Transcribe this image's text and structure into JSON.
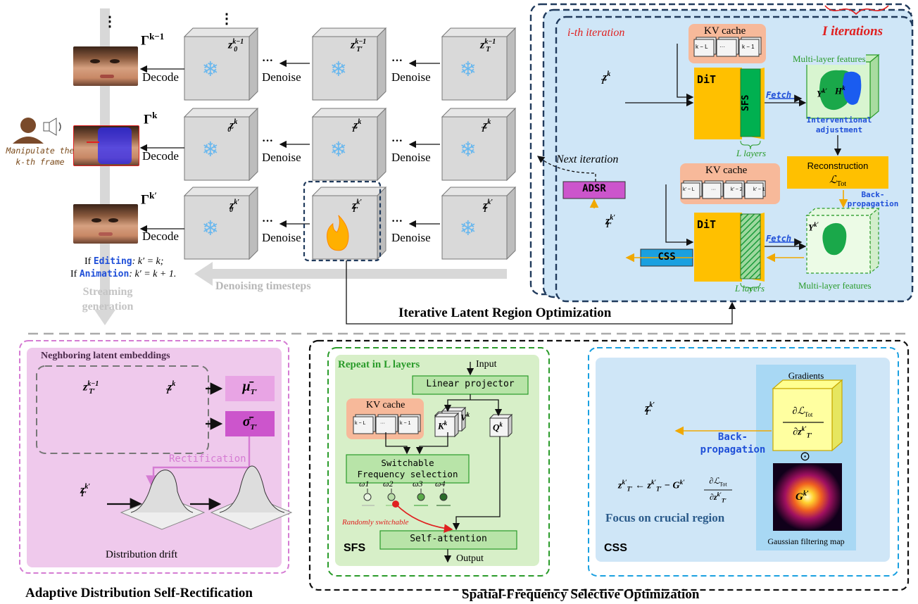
{
  "top": {
    "frames": [
      {
        "gamma": "Γ",
        "gamma_sup": "k−1",
        "decode": "Decode"
      },
      {
        "gamma": "Γ",
        "gamma_sup": "k",
        "decode": "Decode"
      },
      {
        "gamma": "Γ",
        "gamma_sup": "k′",
        "decode": "Decode"
      }
    ],
    "denoise": "Denoise",
    "dots": "···",
    "vdots": "⋮",
    "z0_rows": [
      "k−1",
      "k",
      "k′"
    ],
    "manipulate": "Manipulate the k-th frame",
    "if_editing_prefix": "If ",
    "editing": "Editing",
    "editing_eq": ":  k′ = k;",
    "if_animation_prefix": "If ",
    "animation": "Animation",
    "animation_eq": ": k′ = k + 1.",
    "streaming": "Streaming generation",
    "denoising_timesteps": "Denoising timesteps"
  },
  "ilro": {
    "title": "Iterative Latent Region Optimization",
    "i_th": "i-th iteration",
    "I_iter": "I iterations",
    "kv_cache": "KV cache",
    "kv_cells_top": [
      "k − L",
      "···",
      "k − 1"
    ],
    "kv_cells_bottom": [
      "k′ − L",
      "···",
      "k′ − 2",
      "k′ − 1"
    ],
    "dit": "DiT",
    "sfs": "SFS",
    "fetch": "Fetch",
    "l_layers": "L layers",
    "multi_layer": "Multi-layer features",
    "interventional": "Interventional adjustment",
    "reconstruction": "Reconstruction",
    "loss": "ℒ",
    "loss_sub": "Tot",
    "backprop": "Back-propagation",
    "next_iteration": "Next iteration",
    "adsr": "ADSR",
    "css": "CSS"
  },
  "adsr_panel": {
    "title": "Adaptive Distribution Self-Rectification",
    "neighbors": "Neghboring latent embeddings",
    "mu": "μ̄",
    "sigma": "σ̄",
    "rectification": "Rectification",
    "drift": "Distribution drift"
  },
  "sfs_panel": {
    "title": "Spatial-Frequency Selective Optimization",
    "repeat": "Repeat in L layers",
    "input": "Input",
    "linear": "Linear projector",
    "kv_cache": "KV cache",
    "kv_cells": [
      "k − L",
      "···",
      "k − 1"
    ],
    "switchable": "Switchable",
    "freq_sel": "Frequency selection",
    "omegas": [
      "ω1",
      "ω2",
      "ω3",
      "ω4"
    ],
    "random": "Randomly switchable",
    "self_attention": "Self-attention",
    "output": "Output",
    "tag": "SFS"
  },
  "css_panel": {
    "gradients": "Gradients",
    "backprop": "Back-propagation",
    "focus": "Focus on crucial region",
    "gaussian": "Gaussian filtering map",
    "odot": "⊙",
    "tag": "CSS"
  },
  "colors": {
    "blue_panel": "#cfe6f7",
    "pink_panel": "#efc9ec",
    "green_panel": "#d7efc8",
    "dit_yellow": "#ffc000",
    "sfs_green": "#00b050",
    "adsr_magenta": "#cc55cc",
    "css_blue": "#1aa0e0",
    "keyword_blue": "#1f4fd8",
    "red": "#e02020"
  }
}
